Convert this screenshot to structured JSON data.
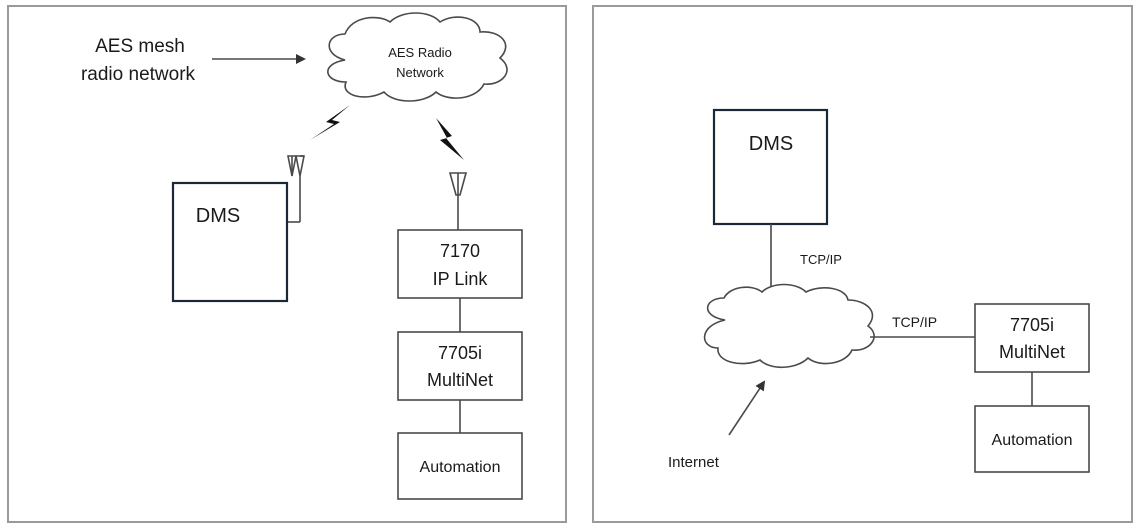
{
  "left_panel": {
    "annotation_line1": "AES mesh",
    "annotation_line2": "radio network",
    "cloud_line1": "AES Radio",
    "cloud_line2": "Network",
    "dms": "DMS",
    "iplink_line1": "7170",
    "iplink_line2": "IP Link",
    "multinet_line1": "7705i",
    "multinet_line2": "MultiNet",
    "automation": "Automation"
  },
  "right_panel": {
    "dms": "DMS",
    "tcpip_vertical": "TCP/IP",
    "tcpip_horizontal": "TCP/IP",
    "multinet_line1": "7705i",
    "multinet_line2": "MultiNet",
    "automation": "Automation",
    "internet": "Internet"
  }
}
